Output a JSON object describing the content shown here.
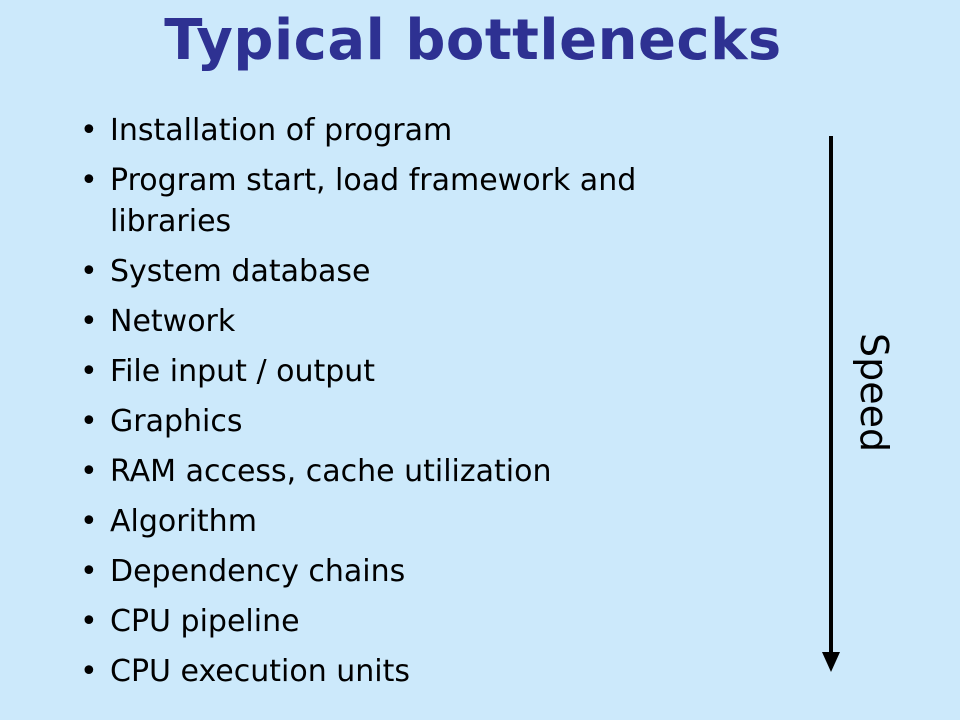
{
  "title": "Typical bottlenecks",
  "items": [
    "Installation of program",
    "Program start, load framework and libraries",
    "System database",
    "Network",
    "File input / output",
    "Graphics",
    "RAM access, cache utilization",
    "Algorithm",
    "Dependency chains",
    "CPU pipeline",
    "CPU execution units"
  ],
  "bullet_glyph": "•",
  "speed_label": "Speed",
  "colors": {
    "background": "#cce9fb",
    "title": "#2e3192",
    "text": "#000000"
  },
  "icons": {
    "arrow": "down-arrow-icon"
  }
}
